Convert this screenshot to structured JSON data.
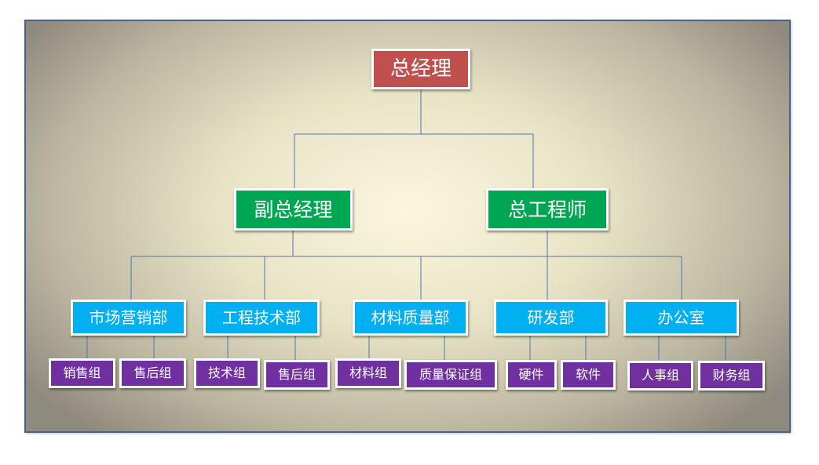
{
  "colors": {
    "frame_border": "#3f6590",
    "connector": "#4a78b0",
    "top": "#c0504d",
    "second": "#00a651",
    "department": "#00b0f0",
    "group": "#7030a0"
  },
  "org_chart": {
    "top": {
      "label": "总经理"
    },
    "second": [
      {
        "label": "副总经理"
      },
      {
        "label": "总工程师"
      }
    ],
    "departments": [
      {
        "label": "市场营销部",
        "groups": [
          "销售组",
          "售后组"
        ]
      },
      {
        "label": "工程技术部",
        "groups": [
          "技术组",
          "售后组"
        ]
      },
      {
        "label": "材料质量部",
        "groups": [
          "材料组",
          "质量保证组"
        ]
      },
      {
        "label": "研发部",
        "groups": [
          "硬件",
          "软件"
        ]
      },
      {
        "label": "办公室",
        "groups": [
          "人事组",
          "财务组"
        ]
      }
    ]
  }
}
